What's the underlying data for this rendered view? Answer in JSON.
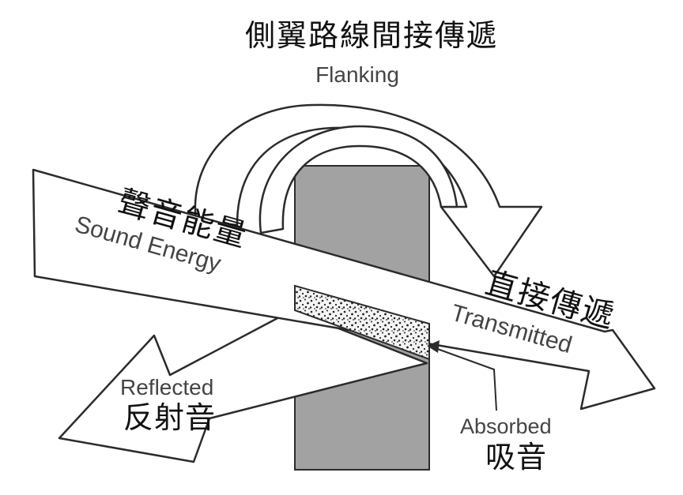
{
  "diagram": {
    "flanking": {
      "zh": "側翼路線間接傳遞",
      "en": "Flanking"
    },
    "sound_energy": {
      "zh": "聲音能量",
      "en": "Sound Energy"
    },
    "transmitted": {
      "zh": "直接傳遞",
      "en": "Transmitted"
    },
    "reflected": {
      "zh": "反射音",
      "en": "Reflected"
    },
    "absorbed": {
      "zh": "吸音",
      "en": "Absorbed"
    }
  },
  "colors": {
    "wall": "#a2a2a2",
    "stroke": "#2b2b2b",
    "arrow_fill": "#ffffff",
    "background": "#ffffff"
  }
}
